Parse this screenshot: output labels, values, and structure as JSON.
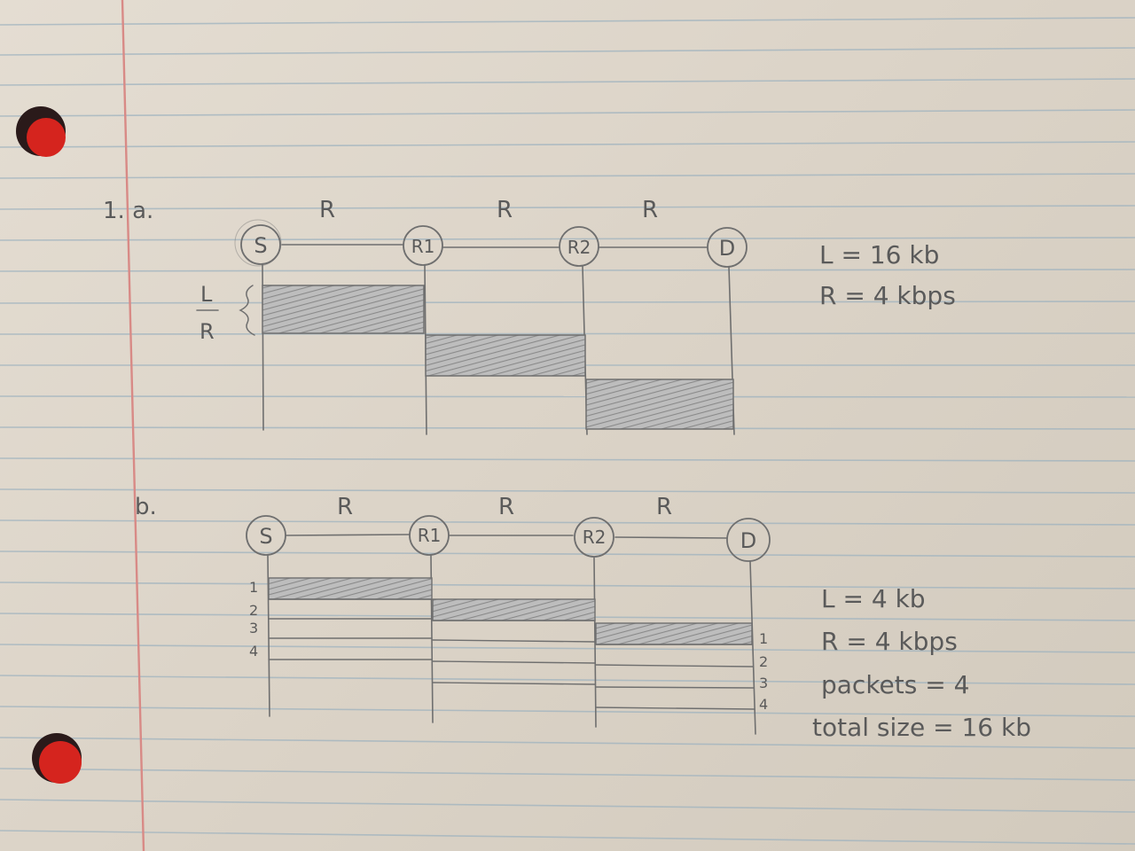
{
  "part_a": {
    "label": "1. a.",
    "nodes": [
      "S",
      "R1",
      "R2",
      "D"
    ],
    "link_labels": [
      "R",
      "R",
      "R"
    ],
    "annotation": {
      "numerator": "L",
      "denominator": "R"
    },
    "params": [
      "L = 16 kb",
      "R = 4 kbps"
    ]
  },
  "part_b": {
    "label": "b.",
    "nodes": [
      "S",
      "R1",
      "R2",
      "D"
    ],
    "link_labels": [
      "R",
      "R",
      "R"
    ],
    "source_packets": [
      "1",
      "2",
      "3",
      "4"
    ],
    "dest_packets": [
      "1",
      "2",
      "3",
      "4"
    ],
    "params": [
      "L = 4 kb",
      "R = 4 kbps",
      "packets = 4",
      "total size = 16 kb"
    ]
  }
}
